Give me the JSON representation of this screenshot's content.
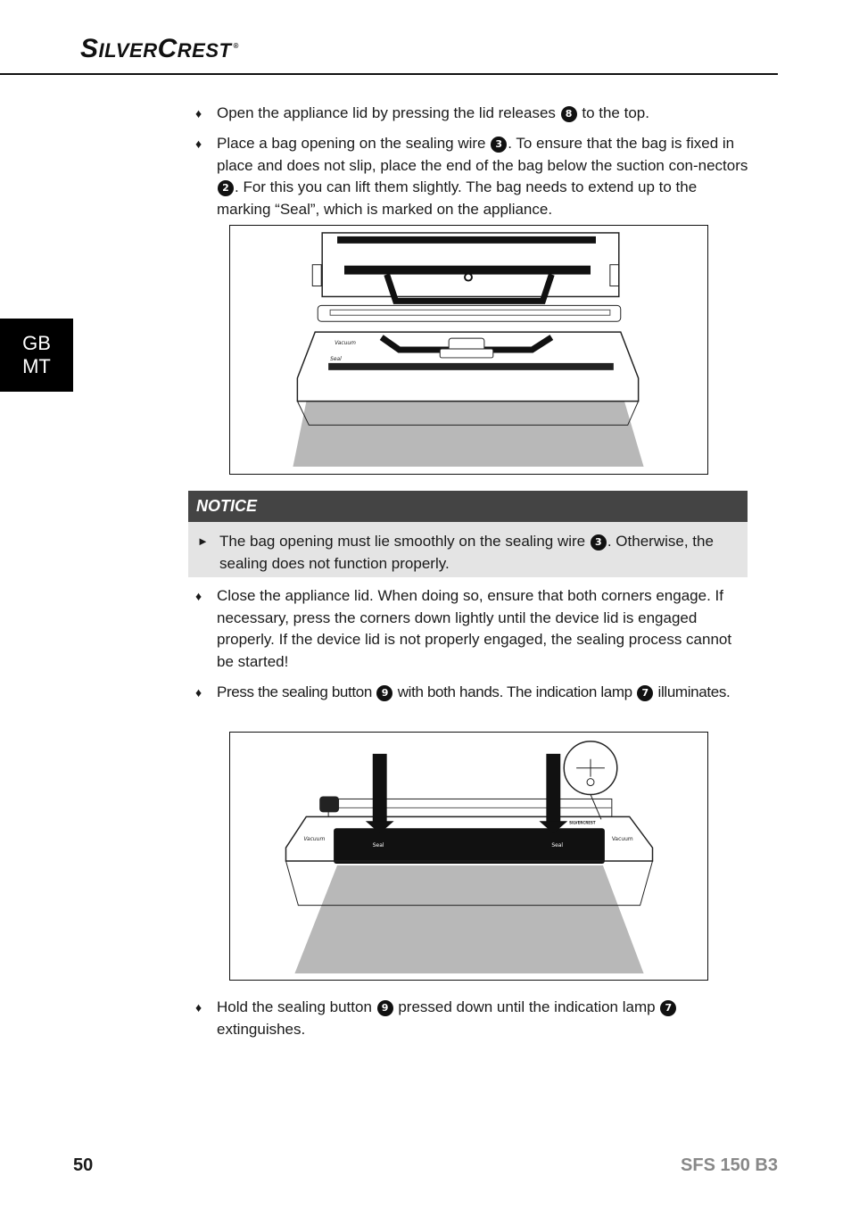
{
  "header": {
    "brand_s": "S",
    "brand_ilver": "ILVER",
    "brand_c": "C",
    "brand_rest": "REST",
    "brand_reg": "®"
  },
  "side_tab": {
    "line1": "GB",
    "line2": "MT"
  },
  "steps": [
    {
      "pre": "Open the appliance lid by pressing the lid releases ",
      "ref": "8",
      "post": " to the top."
    },
    {
      "pre": "Place a bag opening on the sealing wire ",
      "ref": "3",
      "mid": ". To ensure that the bag is fixed in place and does not slip, place the end of the bag below the suction con-nectors ",
      "ref2": "2",
      "post": ". For this you can lift them slightly. The bag needs to extend up to the marking “Seal”, which is marked on the appliance."
    },
    {
      "pre": "Close the appliance lid. When doing so, ensure that both corners engage. If necessary, press the corners down lightly until the device lid is engaged properly. If the device lid is not properly engaged, the sealing process cannot be started!"
    },
    {
      "pre": "Press the sealing button ",
      "ref": "9",
      "mid": " with both hands. The indication lamp ",
      "ref2": "7",
      "post": " illuminates."
    },
    {
      "pre": "Hold the sealing button ",
      "ref": "9",
      "mid": " pressed down until the indication lamp ",
      "ref2": "7",
      "post": " extinguishes."
    }
  ],
  "notice": {
    "title": "NOTICE",
    "pre": "The bag opening must lie smoothly on the sealing wire ",
    "ref": "3",
    "post": ". Otherwise, the sealing does not function properly."
  },
  "figure1": {
    "label_vacuum": "Vacuum",
    "label_seal": "Seal"
  },
  "figure2": {
    "label_vacuum_left": "Vacuum",
    "label_seal_left": "Seal",
    "label_seal_right": "Seal",
    "label_vacuum_right": "Vacuum",
    "label_brand": "SILVERCREST"
  },
  "footer": {
    "page_number": "50",
    "model": "SFS 150 B3"
  }
}
